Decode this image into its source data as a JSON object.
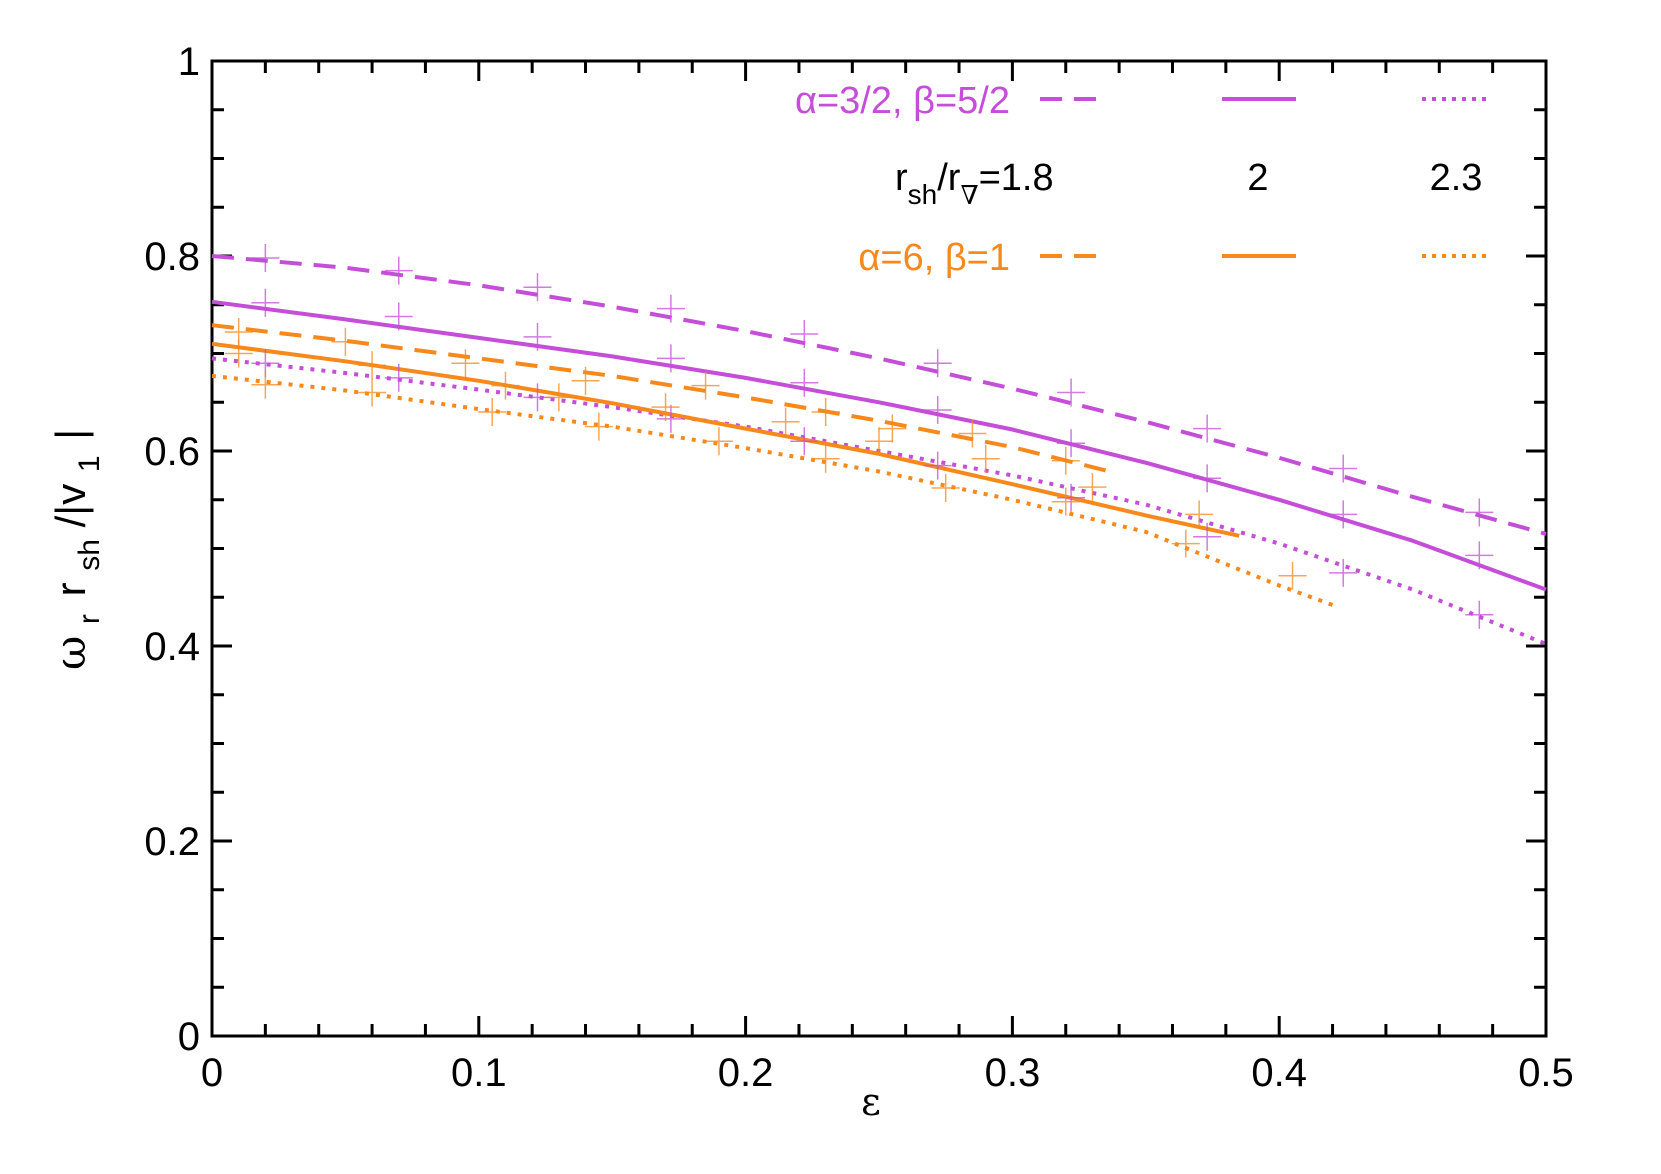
{
  "chart_data": {
    "type": "line",
    "xlabel": "ε",
    "ylabel": {
      "main": "ω",
      "sub_r": "r",
      "r": "r",
      "sub_sh": "sh",
      "bar": "/|v",
      "sub_1": "1",
      "close": "|"
    },
    "xlim": [
      0,
      0.5
    ],
    "ylim": [
      0,
      1
    ],
    "x_ticks": [
      0,
      0.1,
      0.2,
      0.3,
      0.4,
      0.5
    ],
    "x_tick_labels": [
      "0",
      "0.1",
      "0.2",
      "0.3",
      "0.4",
      "0.5"
    ],
    "y_ticks": [
      0,
      0.2,
      0.4,
      0.6,
      0.8,
      1
    ],
    "y_tick_labels": [
      "0",
      "0.2",
      "0.4",
      "0.6",
      "0.8",
      "1"
    ],
    "grid": false,
    "legend": {
      "placement": "top-right",
      "purple_label": "α=3/2, β=5/2",
      "orange_label": "α=6, β=1",
      "ratio_label": {
        "r1": "r",
        "sh": "sh",
        "slash": "/r",
        "nabla": "∇",
        "eq": "=1.8"
      },
      "ratio_values": [
        "2",
        "2.3"
      ]
    },
    "colors": {
      "purple": "#c44ed8",
      "orange": "#f7891c",
      "text": "#000000"
    },
    "series": [
      {
        "group": "α=3/2, β=5/2",
        "ratio": "1.8",
        "style": "dashed",
        "color": "#c44ed8",
        "x": [
          0,
          0.05,
          0.1,
          0.15,
          0.2,
          0.25,
          0.3,
          0.35,
          0.4,
          0.45,
          0.5
        ],
        "y": [
          0.8,
          0.788,
          0.77,
          0.748,
          0.723,
          0.695,
          0.664,
          0.63,
          0.593,
          0.553,
          0.515
        ]
      },
      {
        "group": "α=3/2, β=5/2",
        "ratio": "2",
        "style": "solid",
        "color": "#c44ed8",
        "x": [
          0,
          0.05,
          0.1,
          0.15,
          0.2,
          0.25,
          0.3,
          0.35,
          0.4,
          0.45,
          0.5
        ],
        "y": [
          0.753,
          0.735,
          0.716,
          0.697,
          0.675,
          0.65,
          0.622,
          0.588,
          0.55,
          0.508,
          0.458
        ]
      },
      {
        "group": "α=3/2, β=5/2",
        "ratio": "2.3",
        "style": "dotted",
        "color": "#c44ed8",
        "x": [
          0,
          0.05,
          0.1,
          0.15,
          0.2,
          0.25,
          0.3,
          0.35,
          0.4,
          0.45,
          0.5
        ],
        "y": [
          0.695,
          0.68,
          0.663,
          0.645,
          0.625,
          0.6,
          0.575,
          0.545,
          0.505,
          0.458,
          0.402
        ]
      },
      {
        "group": "α=6, β=1",
        "ratio": "1.8",
        "style": "dashed",
        "color": "#f7891c",
        "x": [
          0,
          0.05,
          0.1,
          0.15,
          0.2,
          0.25,
          0.3,
          0.335
        ],
        "y": [
          0.729,
          0.713,
          0.695,
          0.677,
          0.655,
          0.631,
          0.604,
          0.58
        ]
      },
      {
        "group": "α=6, β=1",
        "ratio": "2",
        "style": "solid",
        "color": "#f7891c",
        "x": [
          0,
          0.05,
          0.1,
          0.15,
          0.2,
          0.25,
          0.3,
          0.35,
          0.385
        ],
        "y": [
          0.71,
          0.692,
          0.672,
          0.649,
          0.623,
          0.597,
          0.566,
          0.534,
          0.513
        ]
      },
      {
        "group": "α=6, β=1",
        "ratio": "2.3",
        "style": "dotted",
        "color": "#f7891c",
        "x": [
          0,
          0.05,
          0.1,
          0.15,
          0.2,
          0.25,
          0.3,
          0.35,
          0.4,
          0.42
        ],
        "y": [
          0.677,
          0.662,
          0.643,
          0.625,
          0.603,
          0.579,
          0.55,
          0.517,
          0.462,
          0.442
        ]
      }
    ],
    "markers": [
      {
        "color": "#c44ed8",
        "points": [
          [
            0.02,
            0.798
          ],
          [
            0.07,
            0.785
          ],
          [
            0.122,
            0.768
          ],
          [
            0.172,
            0.746
          ],
          [
            0.222,
            0.72
          ],
          [
            0.272,
            0.69
          ],
          [
            0.322,
            0.66
          ],
          [
            0.373,
            0.623
          ],
          [
            0.424,
            0.582
          ],
          [
            0.475,
            0.537
          ],
          [
            0.02,
            0.752
          ],
          [
            0.07,
            0.738
          ],
          [
            0.122,
            0.717
          ],
          [
            0.172,
            0.695
          ],
          [
            0.222,
            0.67
          ],
          [
            0.272,
            0.642
          ],
          [
            0.322,
            0.608
          ],
          [
            0.373,
            0.572
          ],
          [
            0.424,
            0.535
          ],
          [
            0.475,
            0.493
          ],
          [
            0.02,
            0.69
          ],
          [
            0.07,
            0.675
          ],
          [
            0.122,
            0.655
          ],
          [
            0.172,
            0.633
          ],
          [
            0.222,
            0.61
          ],
          [
            0.272,
            0.585
          ],
          [
            0.322,
            0.552
          ],
          [
            0.373,
            0.512
          ],
          [
            0.424,
            0.475
          ],
          [
            0.475,
            0.432
          ]
        ]
      },
      {
        "color": "#f7891c",
        "points": [
          [
            0.01,
            0.722
          ],
          [
            0.05,
            0.712
          ],
          [
            0.095,
            0.69
          ],
          [
            0.14,
            0.672
          ],
          [
            0.185,
            0.667
          ],
          [
            0.23,
            0.64
          ],
          [
            0.255,
            0.623
          ],
          [
            0.285,
            0.618
          ],
          [
            0.32,
            0.59
          ],
          [
            0.01,
            0.7
          ],
          [
            0.06,
            0.688
          ],
          [
            0.11,
            0.667
          ],
          [
            0.13,
            0.655
          ],
          [
            0.17,
            0.645
          ],
          [
            0.215,
            0.63
          ],
          [
            0.25,
            0.61
          ],
          [
            0.29,
            0.592
          ],
          [
            0.33,
            0.563
          ],
          [
            0.37,
            0.535
          ],
          [
            0.02,
            0.668
          ],
          [
            0.06,
            0.66
          ],
          [
            0.105,
            0.64
          ],
          [
            0.145,
            0.625
          ],
          [
            0.19,
            0.61
          ],
          [
            0.23,
            0.592
          ],
          [
            0.275,
            0.562
          ],
          [
            0.32,
            0.548
          ],
          [
            0.365,
            0.505
          ],
          [
            0.405,
            0.472
          ]
        ]
      }
    ]
  }
}
